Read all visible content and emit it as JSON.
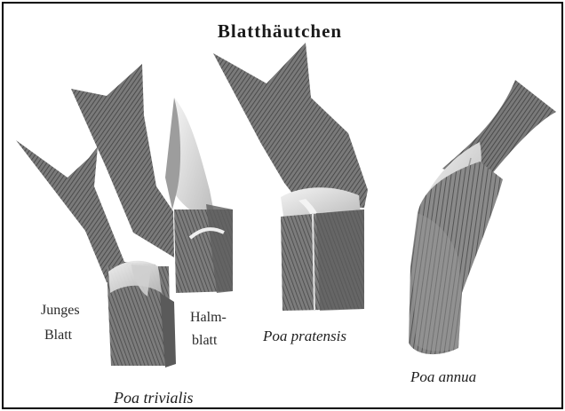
{
  "title": "Blatthäutchen",
  "labels": {
    "young_leaf_line1": "Junges",
    "young_leaf_line2": "Blatt",
    "stem_leaf_line1": "Halm-",
    "stem_leaf_line2": "blatt"
  },
  "species": {
    "trivialis": "Poa trivialis",
    "pratensis": "Poa pratensis",
    "annua": "Poa annua"
  },
  "colors": {
    "blade": "#6e6e6e",
    "blade_dark": "#4a4a4a",
    "ligule": "#e6e6e6",
    "ligule_shadow": "#bdbdbd",
    "frame": "#000000"
  }
}
